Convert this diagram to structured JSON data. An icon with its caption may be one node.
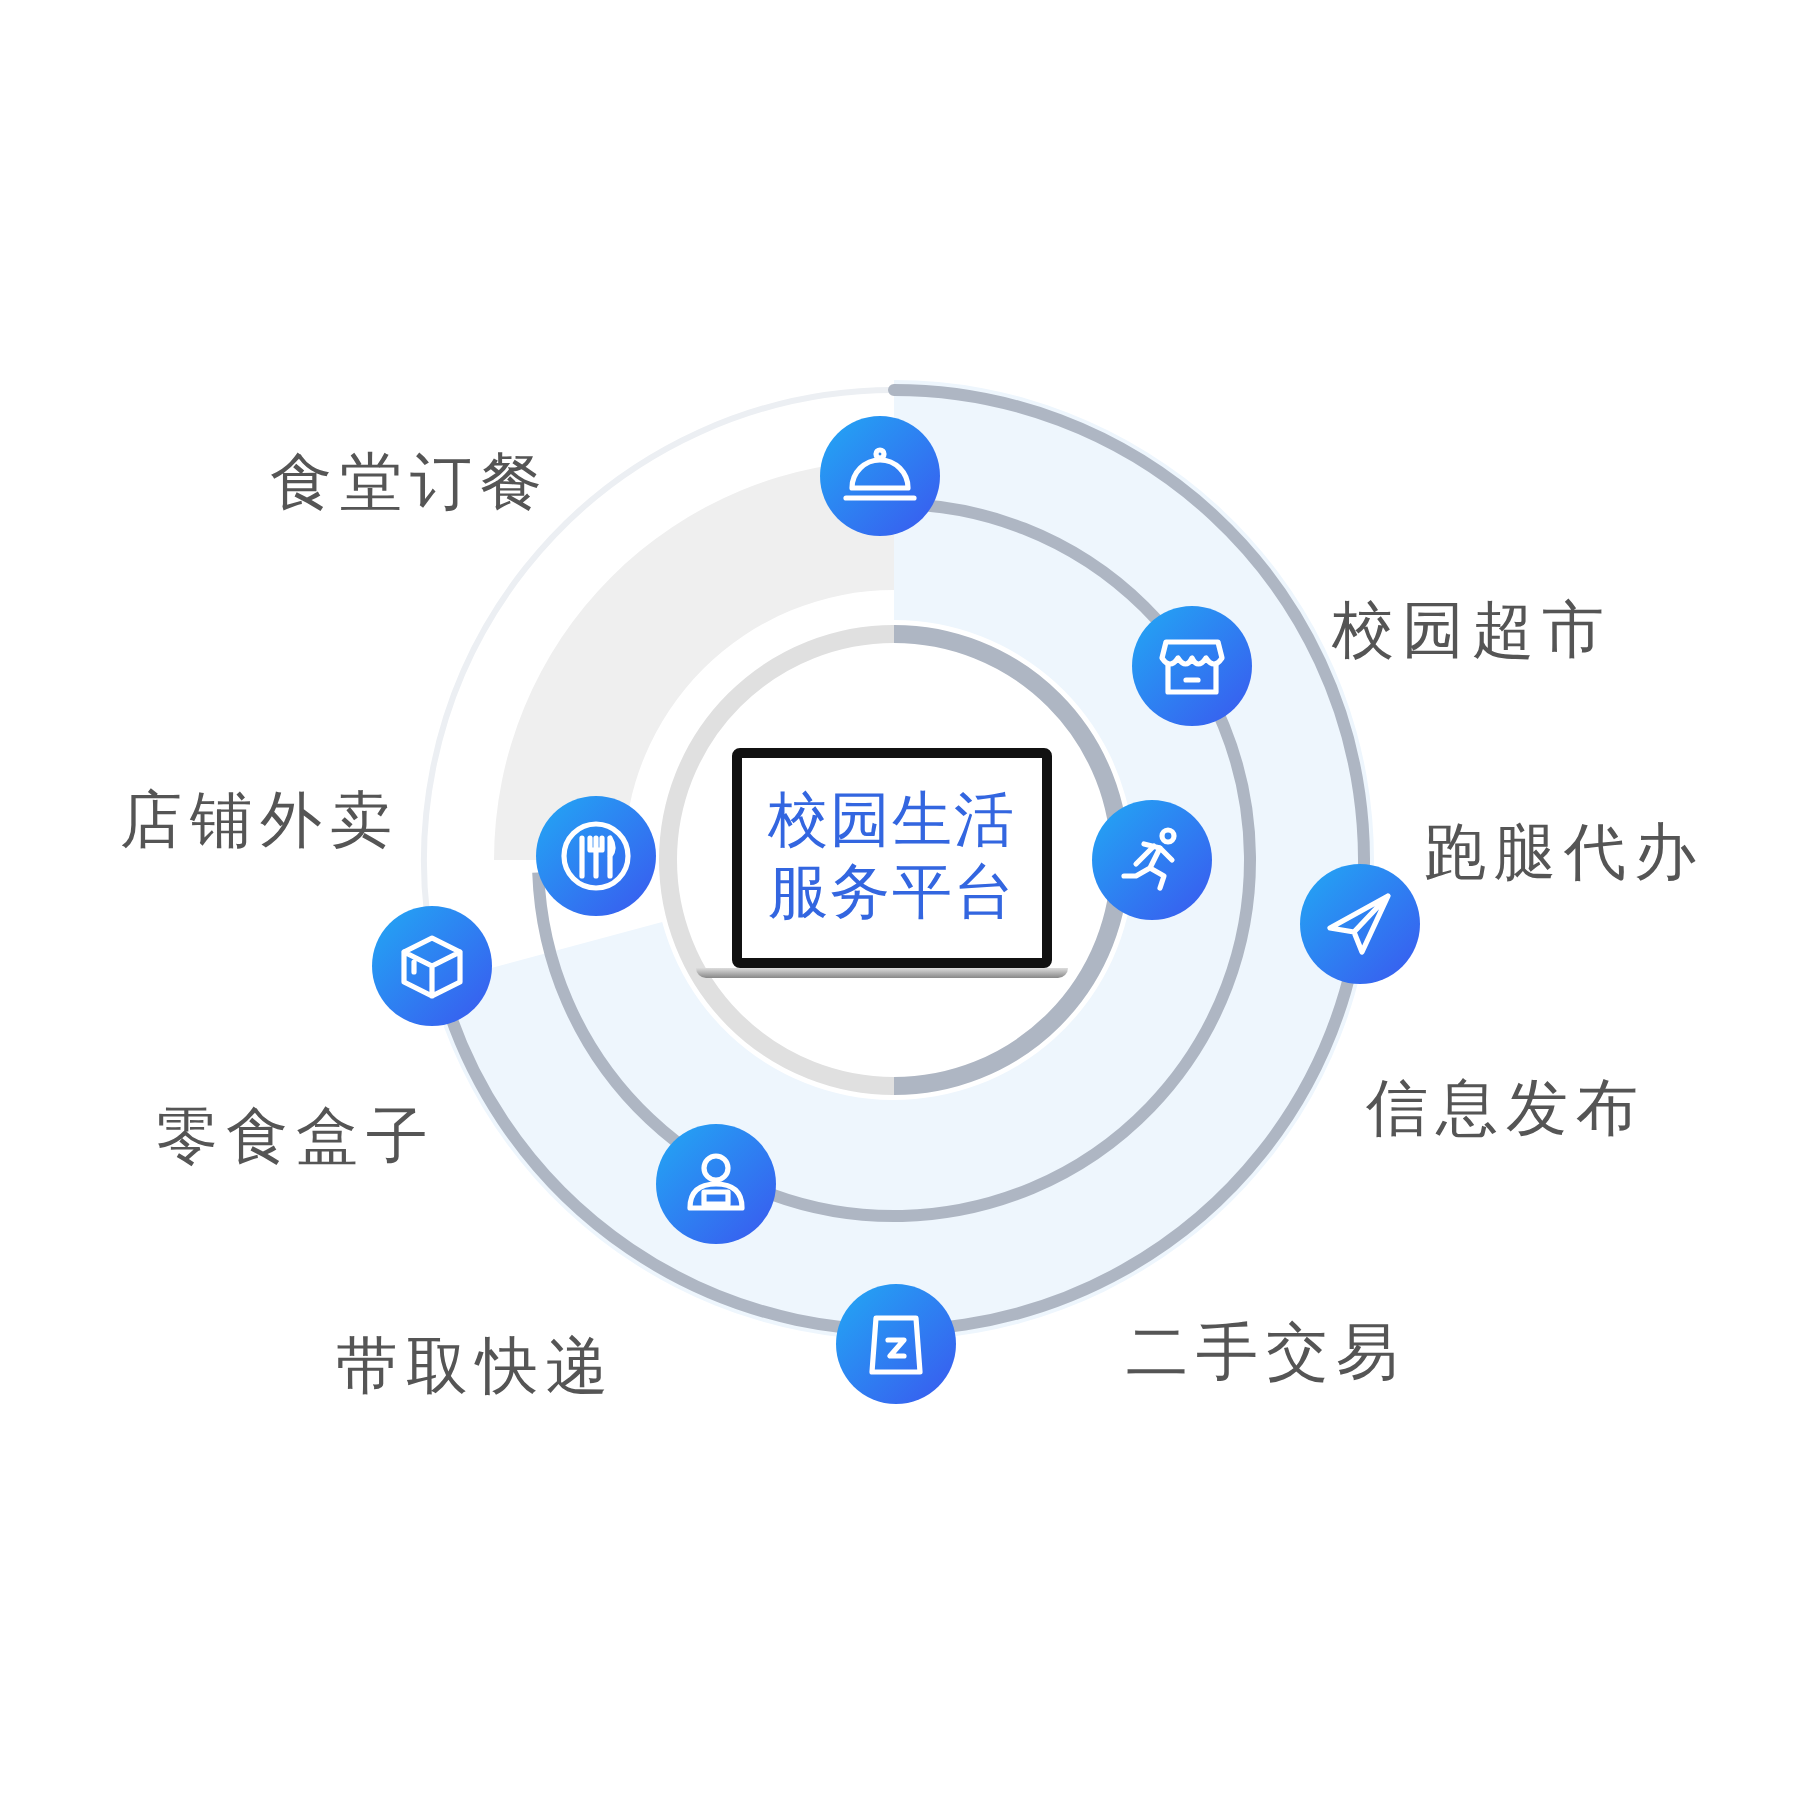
{
  "diagram": {
    "nodes": [
      {
        "text": [
          "校园生活服务平台"
        ]
      }
    ],
    "labels": [
      "食堂订餐",
      "校园超市",
      "店铺外卖",
      "跑腿代办",
      "零食盒子",
      "信息发布",
      "带取快递",
      "二手交易"
    ]
  }
}
